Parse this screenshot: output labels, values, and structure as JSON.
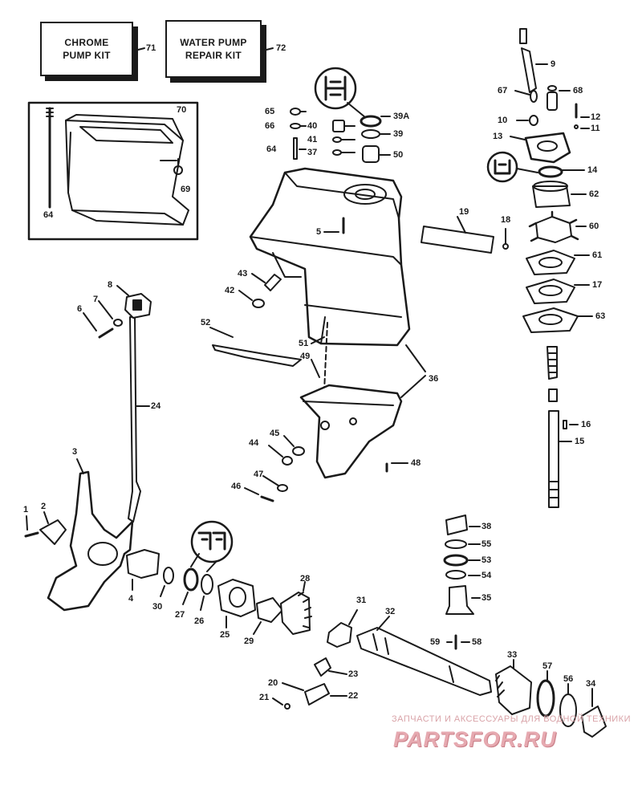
{
  "kits": {
    "chrome_pump_kit": {
      "line1": "CHROME",
      "line2": "PUMP KIT",
      "number": "71"
    },
    "water_pump_repair_kit": {
      "line1": "WATER PUMP",
      "line2": "REPAIR KIT",
      "number": "72"
    }
  },
  "callouts": {
    "n1": "1",
    "n2": "2",
    "n3": "3",
    "n4": "4",
    "n5": "5",
    "n6": "6",
    "n7": "7",
    "n8": "8",
    "n9": "9",
    "n10": "10",
    "n11": "11",
    "n12": "12",
    "n13": "13",
    "n14": "14",
    "n15": "15",
    "n16": "16",
    "n17": "17",
    "n18": "18",
    "n19": "19",
    "n20": "20",
    "n21": "21",
    "n22": "22",
    "n23": "23",
    "n24": "24",
    "n25": "25",
    "n26": "26",
    "n27": "27",
    "n28": "28",
    "n29": "29",
    "n30": "30",
    "n31": "31",
    "n32": "32",
    "n33": "33",
    "n34": "34",
    "n35": "35",
    "n36": "36",
    "n37": "37",
    "n38": "38",
    "n39": "39",
    "n39a": "39A",
    "n40": "40",
    "n41": "41",
    "n42": "42",
    "n43": "43",
    "n44": "44",
    "n45": "45",
    "n46": "46",
    "n47": "47",
    "n48": "48",
    "n49": "49",
    "n50": "50",
    "n51": "51",
    "n52": "52",
    "n53": "53",
    "n54": "54",
    "n55": "55",
    "n56": "56",
    "n57": "57",
    "n58": "58",
    "n59": "59",
    "n60": "60",
    "n61": "61",
    "n62": "62",
    "n63": "63",
    "n64a": "64",
    "n64b": "64",
    "n65": "65",
    "n66": "66",
    "n67": "67",
    "n68": "68",
    "n69": "69",
    "n70": "70"
  },
  "watermark": {
    "subtitle": "ЗАПЧАСТИ И АКСЕССУАРЫ ДЛЯ ВОДНОЙ ТЕХНИКИ",
    "logo": "PARTSFOR.RU"
  },
  "colors": {
    "ink": "#1a1a1a",
    "paper": "#ffffff",
    "watermark": "#e6a9b0"
  }
}
